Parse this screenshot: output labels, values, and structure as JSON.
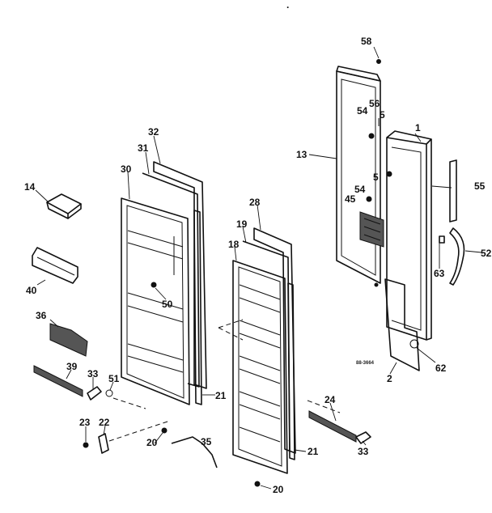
{
  "diagram": {
    "part_numbers": [
      "58",
      "56",
      "54",
      "5",
      "1",
      "13",
      "5",
      "54",
      "45",
      "55",
      "52",
      "63",
      "62",
      "2",
      "32",
      "31",
      "30",
      "14",
      "28",
      "19",
      "18",
      "40",
      "50",
      "36",
      "39",
      "33",
      "51",
      "21",
      "24",
      "23",
      "22",
      "20",
      "35",
      "21",
      "33",
      "20"
    ],
    "drawing_code": "88-3664",
    "corner_mark": "."
  }
}
